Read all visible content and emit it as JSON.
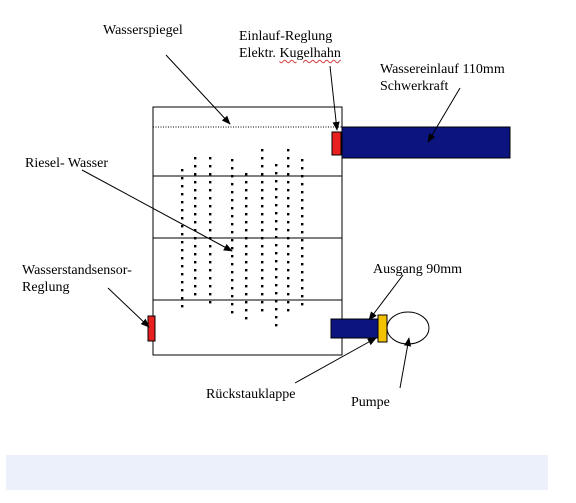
{
  "labels": {
    "wasserspiegel": "Wasserspiegel",
    "einlauf_line1": "Einlauf-Reglung",
    "einlauf_line2_prefix": "Elektr. ",
    "einlauf_line2_word": "Kugelhahn",
    "wassereinlauf_line1": "Wassereinlauf 110mm",
    "wassereinlauf_line2": "Schwerkraft",
    "riesel": "Riesel- Wasser",
    "sensor_line1": "Wasserstandsensor-",
    "sensor_line2": "Reglung",
    "ausgang": "Ausgang 90mm",
    "rueckstau": "Rückstauklappe",
    "pumpe": "Pumpe"
  },
  "colors": {
    "pipe": "#0c1480",
    "valve": "#e82020",
    "flap": "#f2c200",
    "outline": "#000000",
    "footer": "#ebf0fa"
  }
}
